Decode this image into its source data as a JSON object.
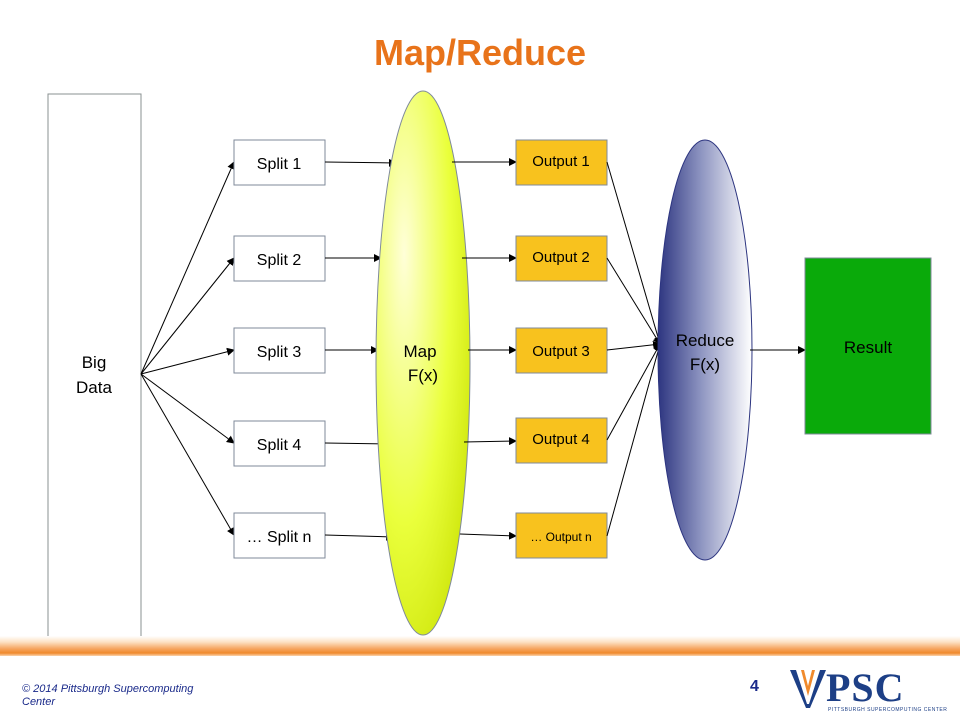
{
  "title": "Map/Reduce",
  "nodes": {
    "big_data_line1": "Big",
    "big_data_line2": "Data",
    "splits": [
      "Split 1",
      "Split 2",
      "Split 3",
      "Split 4",
      "… Split n"
    ],
    "map_line1": "Map",
    "map_line2": "F(x)",
    "outputs": [
      "Output 1",
      "Output 2",
      "Output 3",
      "Output 4",
      "… Output n"
    ],
    "reduce_line1": "Reduce",
    "reduce_line2": "F(x)",
    "result": "Result"
  },
  "footer": {
    "copyright_line1": "© 2014 Pittsburgh Supercomputing",
    "copyright_line2": "Center",
    "page_number": "4",
    "logo_text": "PSC",
    "logo_subtitle": "PITTSBURGH SUPERCOMPUTING CENTER"
  },
  "colors": {
    "title": "#e8731a",
    "map_fill": "#eaff3c",
    "output_fill": "#f8c21e",
    "reduce_dark": "#333c8a",
    "result_fill": "#0aaa0a",
    "footer_band": "#f08a2c",
    "brand_blue": "#1d3f86"
  }
}
